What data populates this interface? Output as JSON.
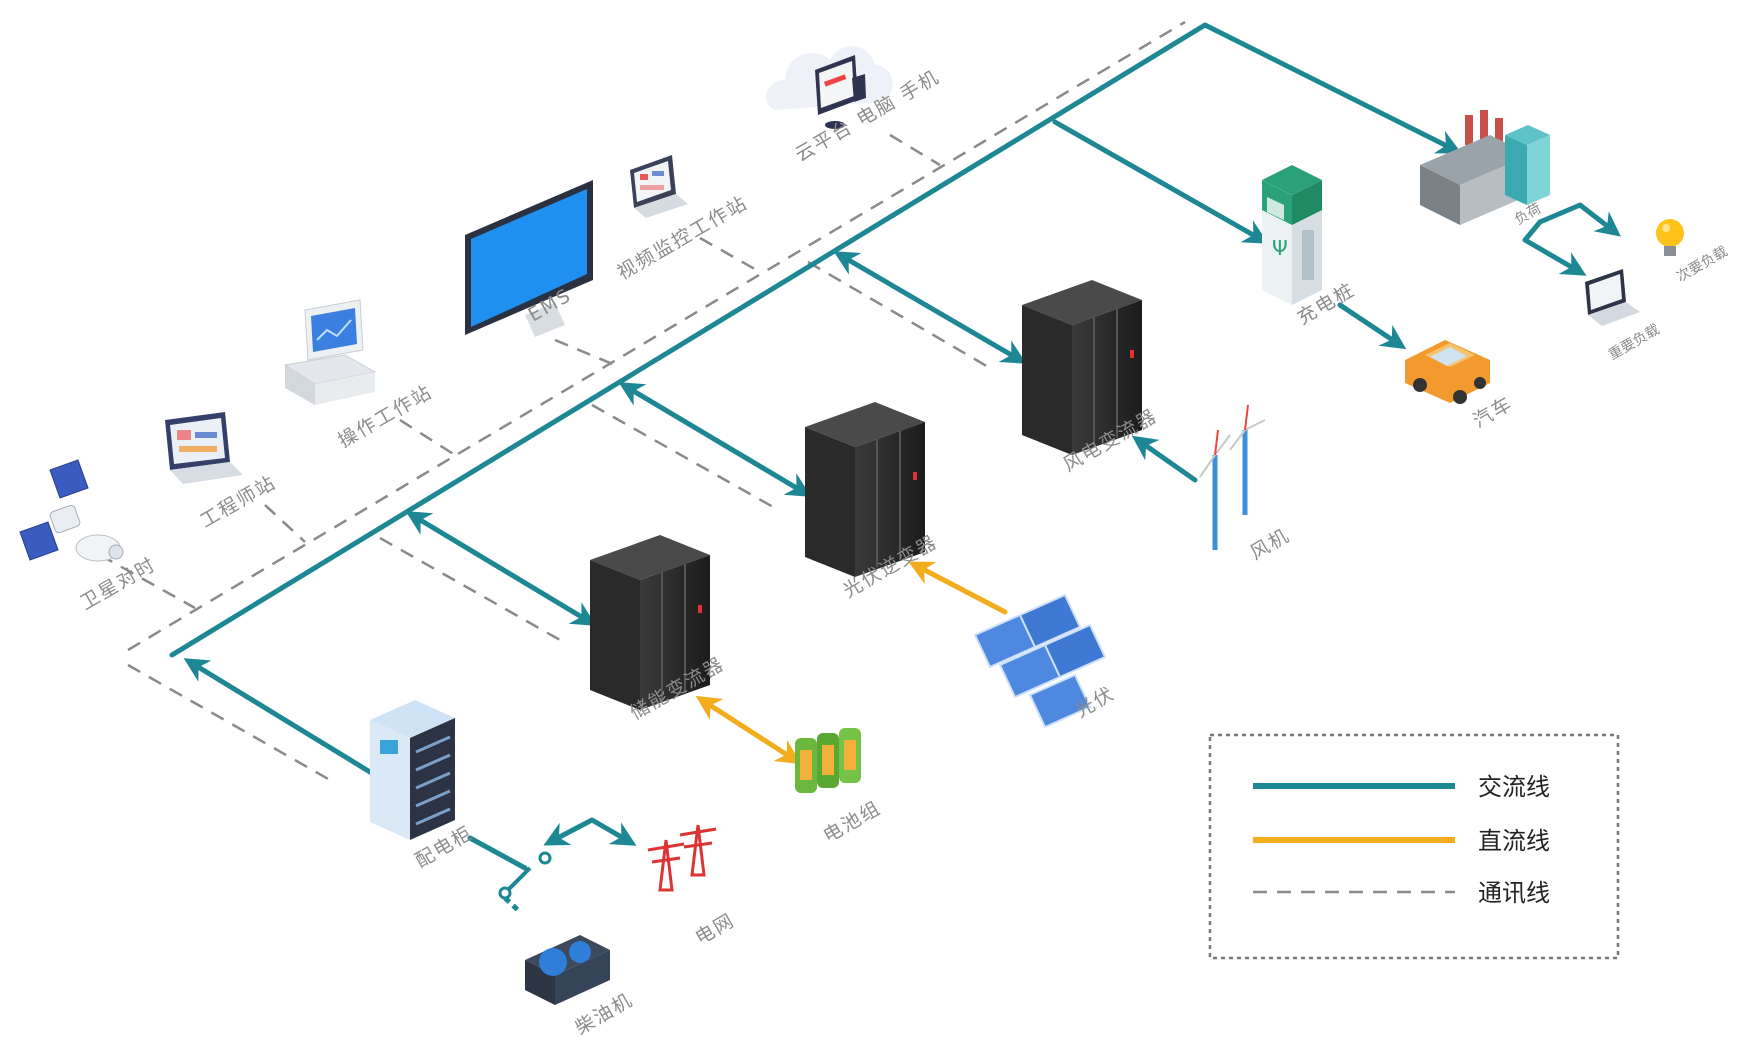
{
  "colors": {
    "ac_line": "#1e8794",
    "dc_line": "#f2ac1c",
    "comm_line": "#8a8a8a",
    "label_gray": "#8c8c8c"
  },
  "labels": {
    "satellite": "卫星对时",
    "engineer": "工程师站",
    "operator": "操作工作站",
    "ems": "EMS",
    "video": "视频监控工作站",
    "cloud": "云平台 电脑 手机",
    "charger": "充电桩",
    "car": "汽车",
    "load": "负荷",
    "secondary_load": "次要负载",
    "important_load": "重要负载",
    "wind_converter": "风电变流器",
    "wind_turbine": "风机",
    "pv_inverter": "光伏逆变器",
    "pv": "光伏",
    "storage_converter": "储能变流器",
    "battery": "电池组",
    "distribution_cabinet": "配电柜",
    "grid": "电网",
    "diesel": "柴油机"
  },
  "legend": {
    "ac": "交流线",
    "dc": "直流线",
    "comm": "通讯线"
  },
  "icons": {
    "satellite": "satellite-icon",
    "engineer": "laptop-icon",
    "operator": "workstation-icon",
    "ems": "monitor-icon",
    "video": "laptop-icon",
    "cloud": "cloud-devices-icon",
    "charger": "charging-pile-icon",
    "car": "car-icon",
    "load": "factory-icon",
    "bulb": "bulb-icon",
    "converter": "cabinet-icon",
    "wind": "wind-turbine-icon",
    "solar": "solar-panel-icon",
    "battery": "battery-icon",
    "grid": "power-tower-icon",
    "diesel": "generator-icon"
  }
}
